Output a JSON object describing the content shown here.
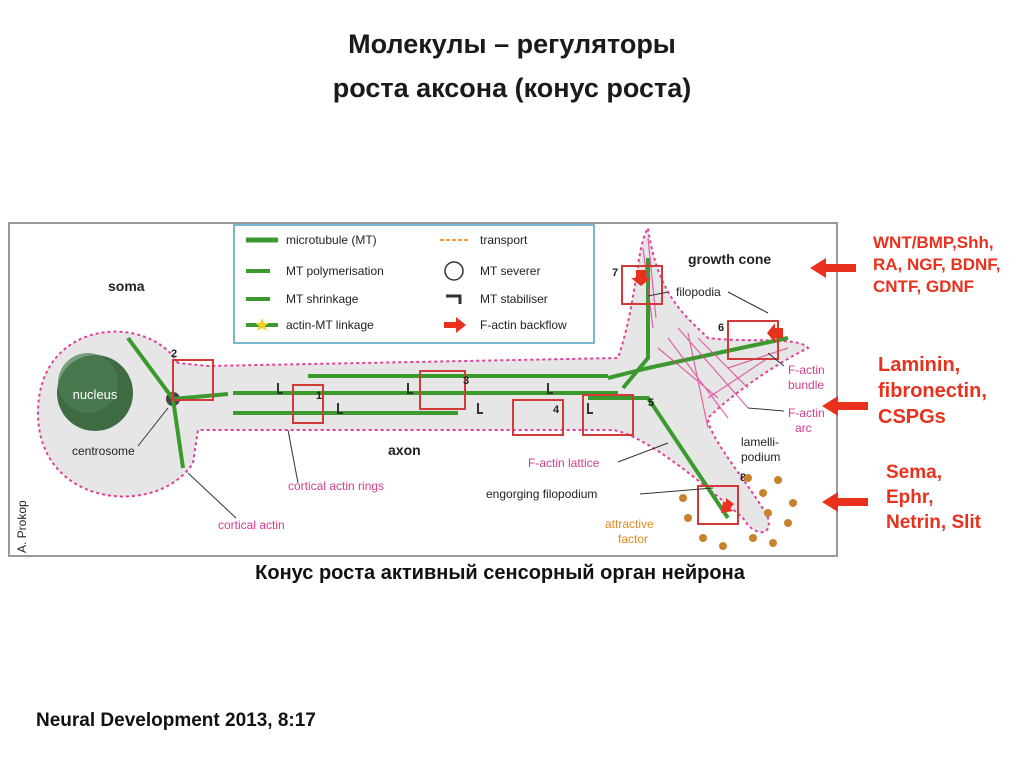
{
  "title": {
    "line1": "Молекулы – регуляторы",
    "line2": "роста аксона (конус роста)"
  },
  "diagram": {
    "legend": {
      "microtubule": "microtubule (MT)",
      "transport": "transport",
      "polymerisation": "MT polymerisation",
      "severer": "MT severer",
      "shrinkage": "MT shrinkage",
      "stabiliser": "MT stabiliser",
      "linkage": "actin-MT linkage",
      "backflow": "F-actin backflow"
    },
    "labels": {
      "soma": "soma",
      "nucleus": "nucleus",
      "centrosome": "centrosome",
      "axon": "axon",
      "growth_cone": "growth cone",
      "filopodia": "filopodia",
      "factin_bundle_1": "F-actin",
      "factin_bundle_2": "bundle",
      "factin_arc_1": "F-actin",
      "factin_arc_2": "arc",
      "lamellipodium_1": "lamelli-",
      "lamellipodium_2": "podium",
      "factin_lattice": "F-actin lattice",
      "engorging": "engorging filopodium",
      "cortical_rings": "cortical actin rings",
      "cortical_actin": "cortical actin",
      "attractive_1": "attractive",
      "attractive_2": "factor",
      "author": "A. Prokop"
    },
    "numbers": [
      "1",
      "2",
      "3",
      "4",
      "5",
      "6",
      "7",
      "8"
    ],
    "colors": {
      "microtubule": "#3a9a2e",
      "actin": "#e0409a",
      "box": "#d23a3a",
      "transport": "#f0a030",
      "cell_fill": "#e6e6e6",
      "nucleus": "#3f6b43"
    }
  },
  "side_groups": {
    "group1": [
      "WNT/BMP,Shh,",
      "RA, NGF, BDNF,",
      "CNTF, GDNF"
    ],
    "group2": [
      "Laminin,",
      "fibronectin,",
      "CSPGs"
    ],
    "group3": [
      "Sema,",
      "Ephr,",
      "Netrin, Slit"
    ],
    "arrow_color": "#e8321e"
  },
  "caption": "Конус роста активный сенсорный орган нейрона",
  "citation": "Neural Development 2013, 8:17"
}
